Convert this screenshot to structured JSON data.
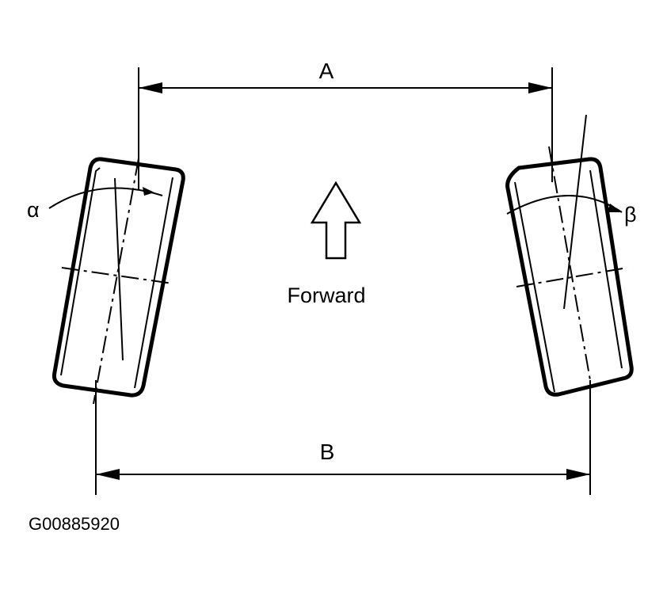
{
  "dimension_a": {
    "label": "A"
  },
  "dimension_b": {
    "label": "B"
  },
  "angle_left": {
    "label": "α"
  },
  "angle_right": {
    "label": "β"
  },
  "direction": {
    "label": "Forward"
  },
  "figure_id": "G00885920"
}
